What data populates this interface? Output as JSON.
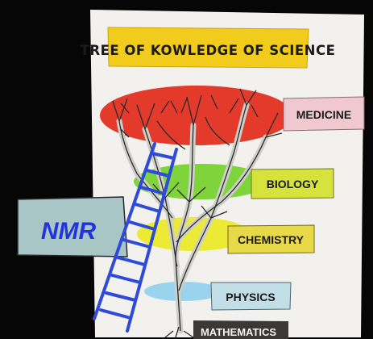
{
  "title": "TREE OF KOWLEDGE OF SCIENCE",
  "labels": {
    "medicine": "MEDICINE",
    "biology": "BIOLOGY",
    "chemistry": "CHEMISTRY",
    "physics": "PHYSICS",
    "mathematics": "MATHEMATICS"
  },
  "ladder_label": "NMR",
  "colors": {
    "board": "#f2f1ee",
    "title_banner": "#f2cc1c",
    "medicine_zone": "#e33a2c",
    "biology_zone": "#7ed43a",
    "chemistry_zone": "#ecea34",
    "physics_zone": "#9ad3ee",
    "label_box": "#f0c8cf",
    "biology_box": "#d6e33c",
    "chemistry_box": "#e7d948",
    "physics_box": "#c2dfe8",
    "nmr_box": "#a9c6c7",
    "nmr_text": "#2233dd",
    "ladder": "#2d4bd8"
  }
}
